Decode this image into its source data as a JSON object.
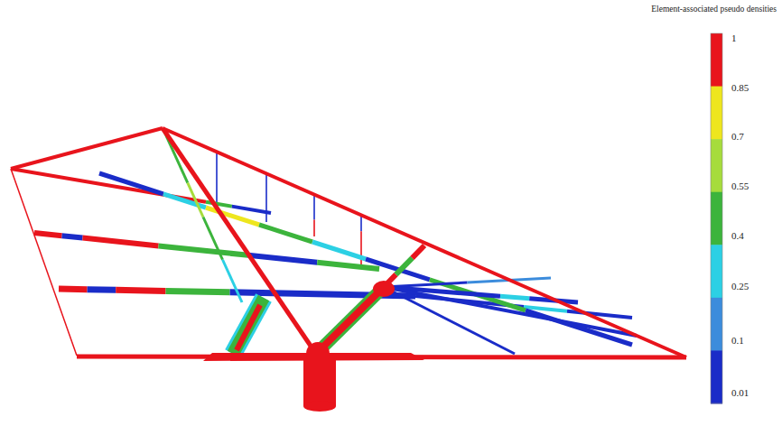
{
  "diagram": {
    "labels": [
      "Element-associated pseudo densities",
      "1",
      "0.85",
      "0.7",
      "0.55",
      "0.4",
      "0.25",
      "0.1",
      "0.01"
    ]
  }
}
